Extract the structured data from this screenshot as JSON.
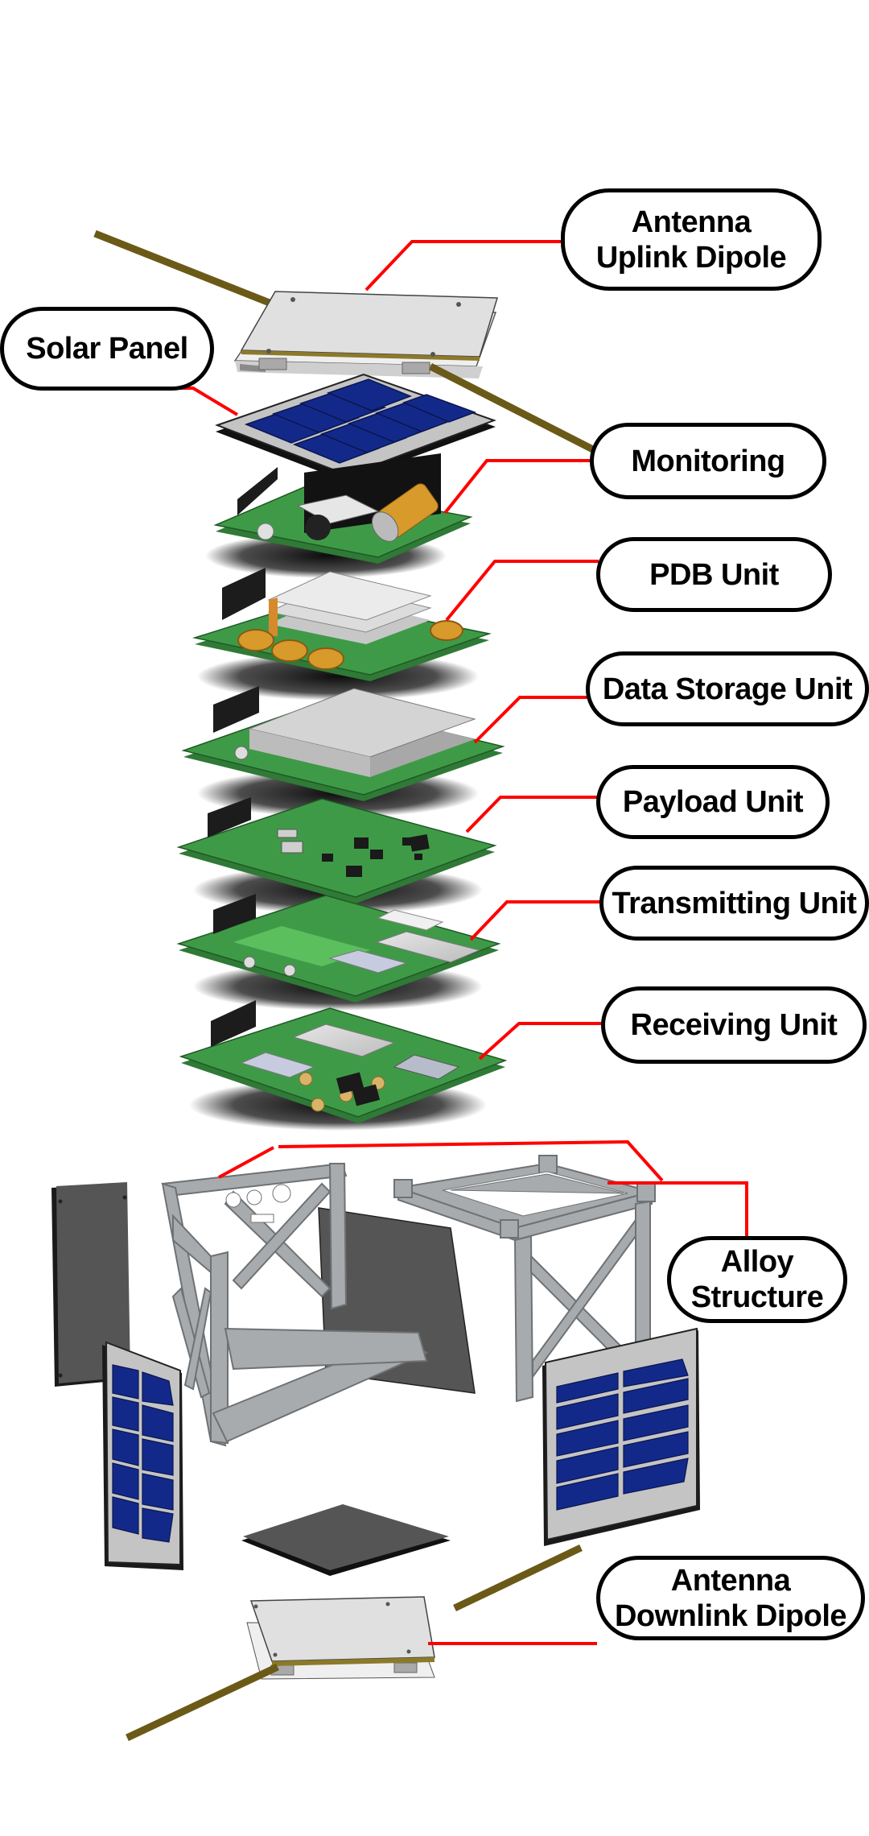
{
  "title": "CubeSat Exploded Assembly",
  "colors": {
    "leader_line": "#ff0000",
    "label_border": "#000000",
    "pcb_green": "#3f9a48",
    "pcb_green_light": "#5bbf5e",
    "solar_cell_blue": "#13298a",
    "solar_frame_gray": "#b4b4b4",
    "alloy_gray": "#a8abad",
    "side_panel_dark": "#555555",
    "antenna_rod": "#6b5a17",
    "shield_silver": "#d2d2d2",
    "toroid_copper": "#d79a2b"
  },
  "labels": [
    {
      "id": "antenna-uplink-dipole",
      "lines": [
        "Antenna",
        "Uplink Dipole"
      ]
    },
    {
      "id": "solar-panel",
      "lines": [
        "Solar Panel"
      ]
    },
    {
      "id": "monitoring",
      "lines": [
        "Monitoring"
      ]
    },
    {
      "id": "pdb-unit",
      "lines": [
        "PDB Unit"
      ]
    },
    {
      "id": "data-storage-unit",
      "lines": [
        "Data Storage Unit"
      ]
    },
    {
      "id": "payload-unit",
      "lines": [
        "Payload Unit"
      ]
    },
    {
      "id": "transmitting-unit",
      "lines": [
        "Transmitting Unit"
      ]
    },
    {
      "id": "receiving-unit",
      "lines": [
        "Receiving Unit"
      ]
    },
    {
      "id": "alloy-structure",
      "lines": [
        "Alloy",
        "Structure"
      ]
    },
    {
      "id": "antenna-downlink-dipole",
      "lines": [
        "Antenna",
        "Downlink Dipole"
      ]
    }
  ],
  "components": [
    "uplink-antenna-board",
    "top-solar-panel",
    "monitoring-board",
    "pdb-board",
    "data-storage-board",
    "payload-board",
    "transmitting-board",
    "receiving-board",
    "alloy-frame-left",
    "alloy-frame-right",
    "side-panel-left",
    "side-panel-center",
    "side-solar-panel-left",
    "side-solar-panel-right",
    "bottom-plate",
    "downlink-antenna-board"
  ]
}
